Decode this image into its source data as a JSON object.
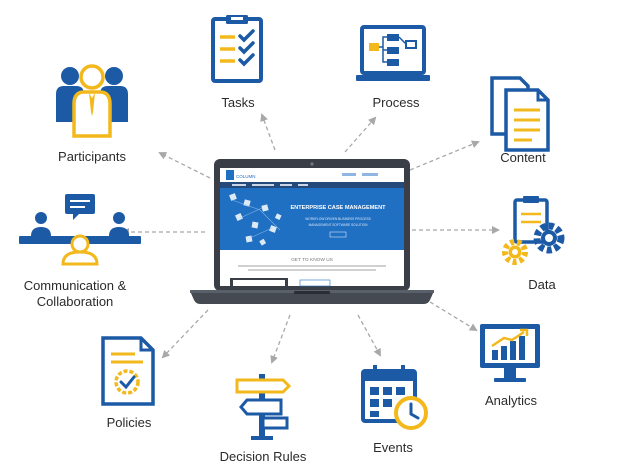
{
  "colors": {
    "blue": "#1c5aa6",
    "gold": "#f2b81c",
    "arrow": "#a8a8a8",
    "laptop": "#3a3f47",
    "screen_blue": "#1f6fc2"
  },
  "nodes": [
    {
      "id": "tasks",
      "label": "Tasks",
      "icon": "clipboard-checklist-icon"
    },
    {
      "id": "process",
      "label": "Process",
      "icon": "laptop-flowchart-icon"
    },
    {
      "id": "participants",
      "label": "Participants",
      "icon": "people-group-icon"
    },
    {
      "id": "content",
      "label": "Content",
      "icon": "documents-icon"
    },
    {
      "id": "communication",
      "label_line1": "Communication &",
      "label_line2": "Collaboration",
      "icon": "meeting-chat-icon"
    },
    {
      "id": "data",
      "label": "Data",
      "icon": "gears-clipboard-icon"
    },
    {
      "id": "policies",
      "label": "Policies",
      "icon": "certificate-document-icon"
    },
    {
      "id": "analytics",
      "label": "Analytics",
      "icon": "monitor-bar-chart-icon"
    },
    {
      "id": "decision_rules",
      "label": "Decision Rules",
      "icon": "signpost-icon"
    },
    {
      "id": "events",
      "label": "Events",
      "icon": "calendar-clock-icon"
    }
  ],
  "center_screen": {
    "banner_title": "ENTERPRISE CASE MANAGEMENT",
    "banner_sub1": "WORKFLOW DRIVEN BUSINESS PROCESS",
    "banner_sub2": "MANAGEMENT SOFTWARE SOLUTION",
    "section_title": "GET TO KNOW US",
    "logo_text": "COLUMN"
  }
}
